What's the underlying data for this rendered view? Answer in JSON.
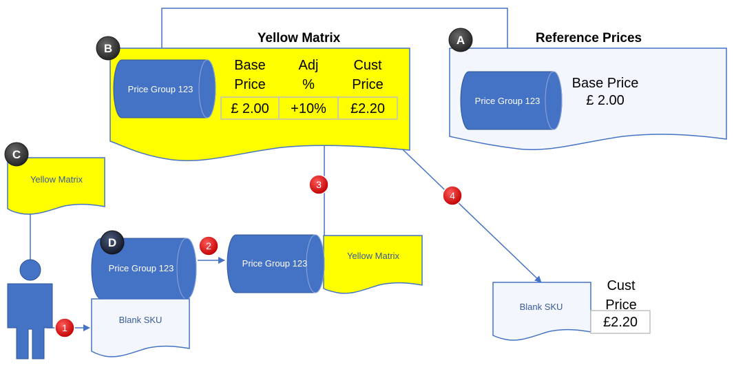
{
  "yellow_matrix": {
    "title": "Yellow Matrix",
    "cylinder_label": "Price Group 123",
    "col1_line1": "Base",
    "col1_line2": "Price",
    "col2_line1": "Adj",
    "col2_line2": "%",
    "col3_line1": "Cust",
    "col3_line2": "Price",
    "val_base": "£ 2.00",
    "val_adj": "+10%",
    "val_cust": "£2.20"
  },
  "reference_prices": {
    "title": "Reference Prices",
    "cylinder_label": "Price Group 123",
    "base_price_label": "Base Price",
    "base_price_value": "£ 2.00"
  },
  "badges": {
    "A": "A",
    "B": "B",
    "C": "C",
    "D": "D"
  },
  "steps": {
    "s1": "1",
    "s2": "2",
    "s3": "3",
    "s4": "4"
  },
  "c_doc_label": "Yellow Matrix",
  "d_cylinder_label": "Price Group 123",
  "blank_sku_label": "Blank SKU",
  "mid_cylinder_label": "Price Group 123",
  "mid_doc_label": "Yellow Matrix",
  "result": {
    "sku_label": "Blank SKU",
    "cust_line1": "Cust",
    "cust_line2": "Price",
    "value": "£2.20"
  },
  "colors": {
    "yellow": "#ffff00",
    "blue": "#4472c4",
    "cylinder_fill": "#4472c4",
    "doc_fill": "#f3f6fc",
    "badge_dark": "#3a3a3a",
    "step_red": "#e0201f",
    "cell_border": "#bfbfbf"
  }
}
